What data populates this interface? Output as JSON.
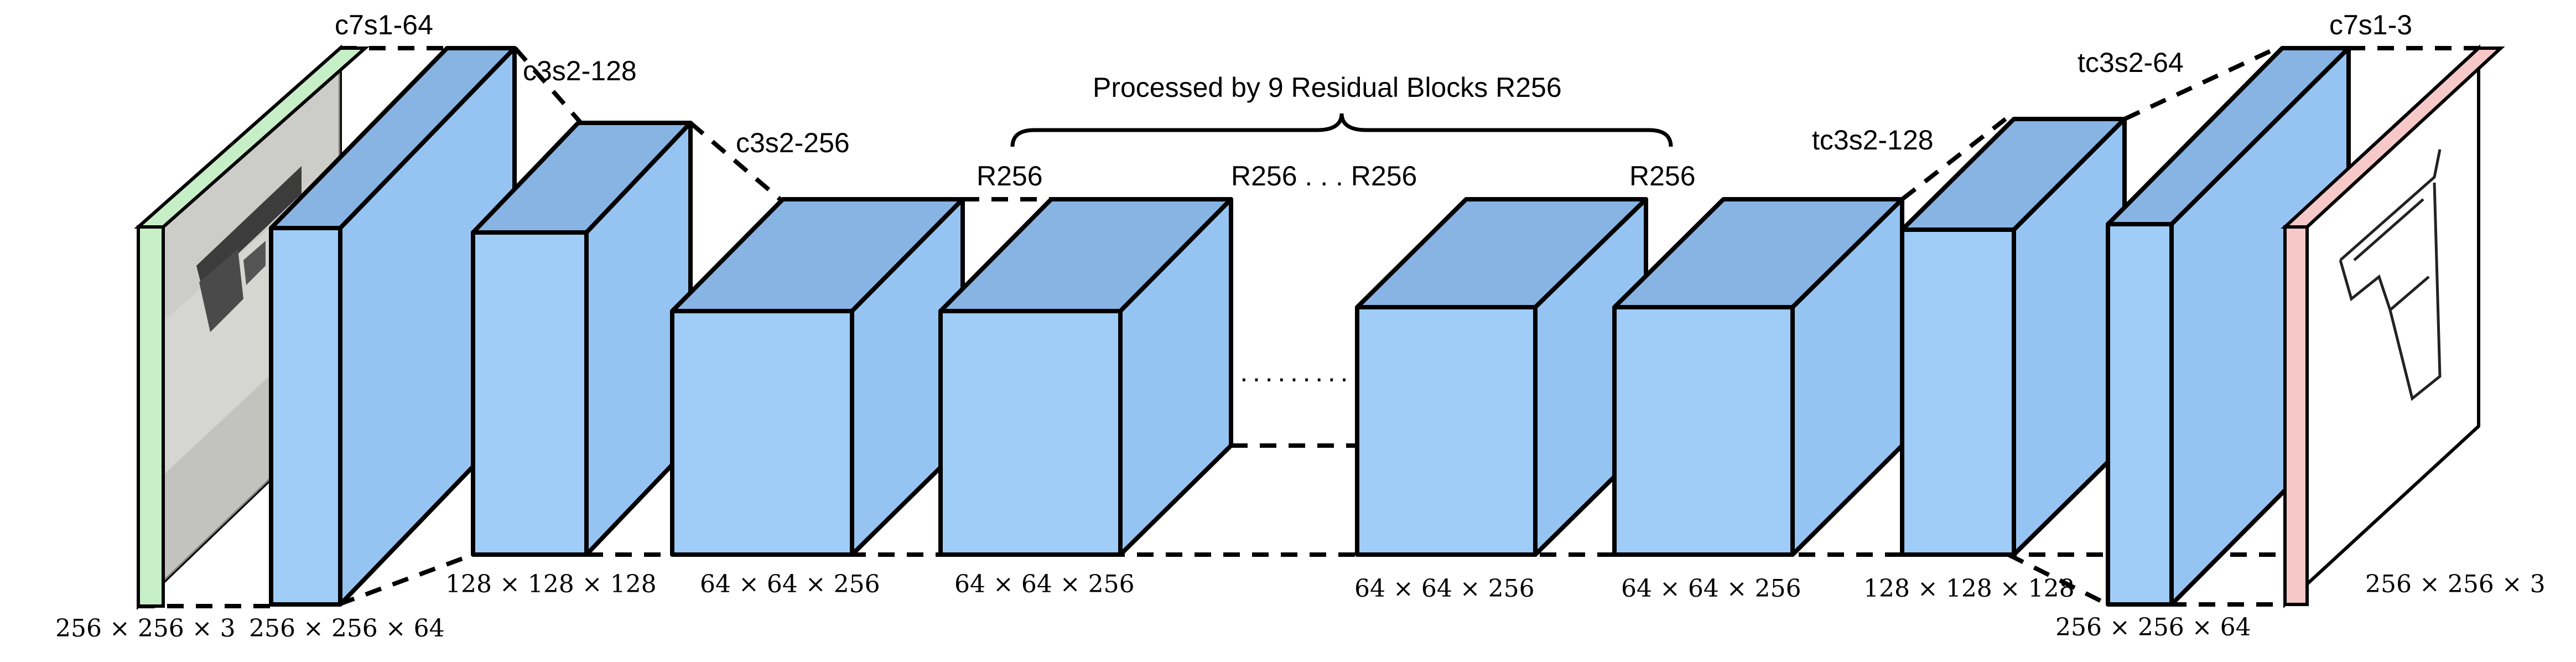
{
  "diagram": {
    "header": "Processed by 9 Residual Blocks R256",
    "layers": [
      {
        "label": "c7s1-64",
        "dim": "256 × 256 × 64"
      },
      {
        "label": "c3s2-128",
        "dim": "128 × 128 × 128"
      },
      {
        "label": "c3s2-256",
        "dim": "64 × 64 × 256"
      },
      {
        "label": "R256",
        "dim": "64 × 64 × 256"
      },
      {
        "label": "R256 . . . R256",
        "dim": "64 × 64 × 256"
      },
      {
        "label": "R256",
        "dim": "64 × 64 × 256"
      },
      {
        "label": "tc3s2-128",
        "dim": "128 × 128 × 128"
      },
      {
        "label": "tc3s2-64",
        "dim": "256 × 256 × 64"
      },
      {
        "label": "c7s1-3",
        "dim": "256 × 256 × 3"
      }
    ],
    "input_dim": "256 × 256 × 3",
    "ellipsis": "·········",
    "colors": {
      "block_front": "#9fcdf8",
      "block_top": "#88b4e3",
      "block_side": "#96c4f2",
      "input_edge": "#c7efc7",
      "output_edge": "#f6c8c8"
    },
    "images": [
      {
        "name": "input-image",
        "content": "grayscale photograph of a handgun"
      },
      {
        "name": "output-image",
        "content": "line sketch of a handgun"
      }
    ]
  }
}
